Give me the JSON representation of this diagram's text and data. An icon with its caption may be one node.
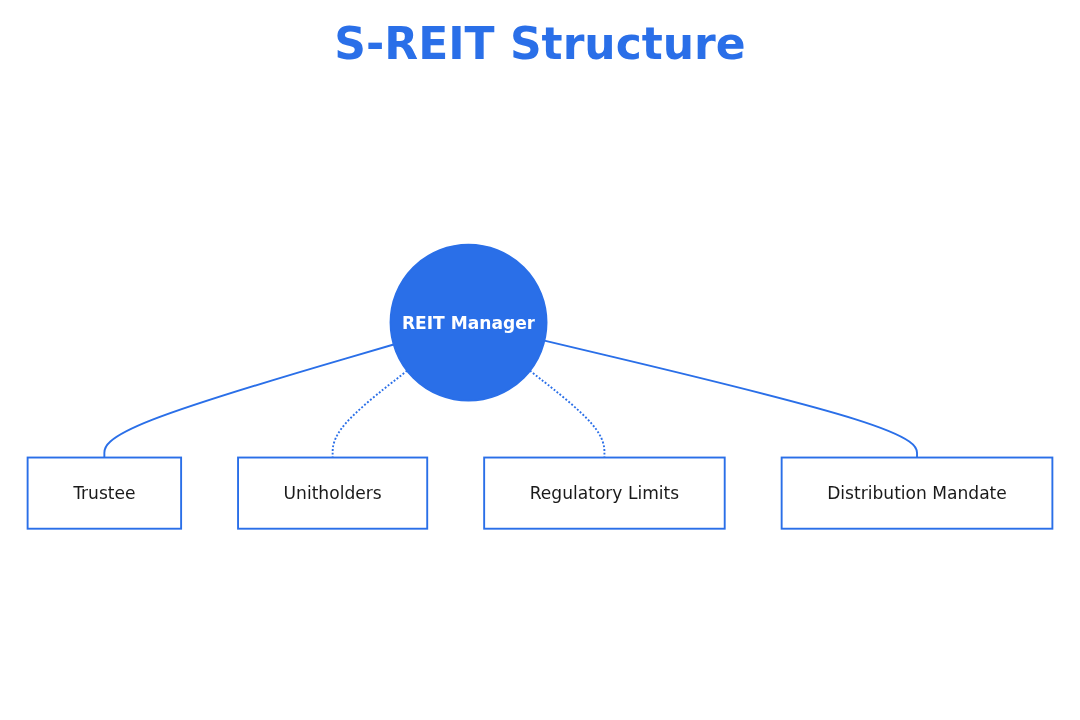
{
  "diagram": {
    "title": "S-REIT Structure",
    "nodes": [
      {
        "text": [
          "Trustee"
        ]
      },
      {
        "text": [
          "Unitholders"
        ]
      },
      {
        "text": [
          "REIT Manager"
        ]
      },
      {
        "text": [
          "Regulatory Limits"
        ]
      },
      {
        "text": [
          "Distribution Mandate"
        ]
      }
    ],
    "edges": [
      {
        "from": 2,
        "to": 0,
        "arrow": "none"
      },
      {
        "from": 2,
        "to": 1,
        "arrow": "none",
        "style": "dashed"
      },
      {
        "from": 2,
        "to": 3,
        "arrow": "none",
        "style": "dashed"
      },
      {
        "from": 2,
        "to": 4,
        "arrow": "none"
      }
    ]
  }
}
